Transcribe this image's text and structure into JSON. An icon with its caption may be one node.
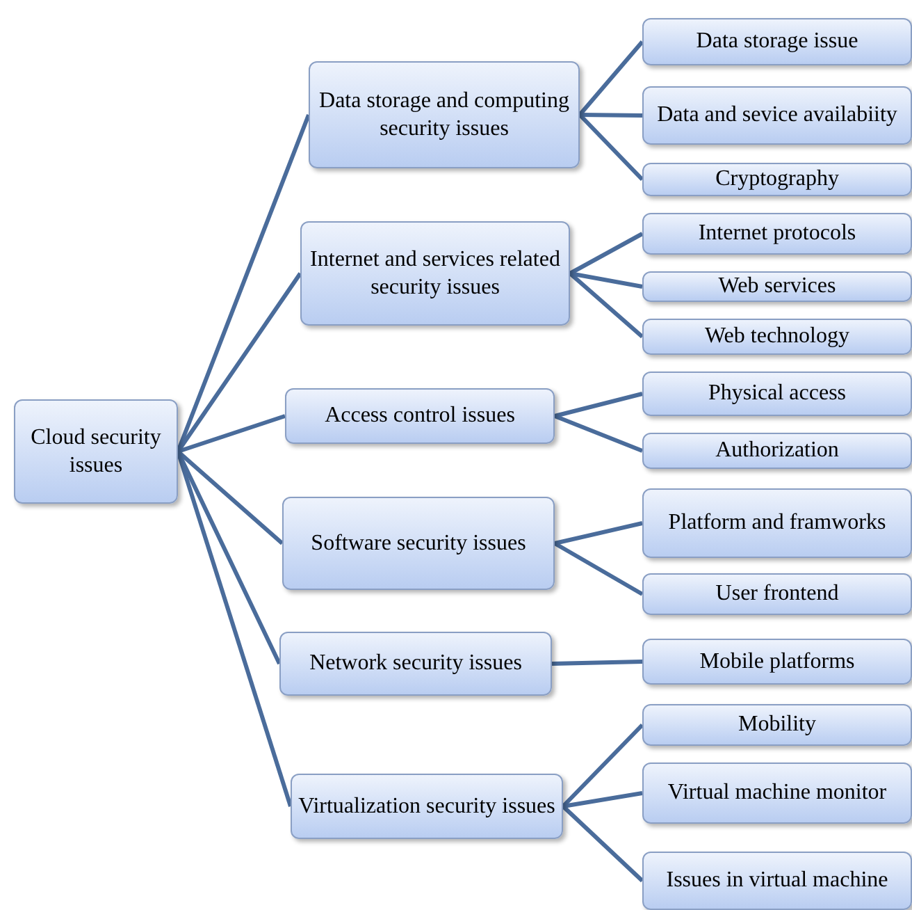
{
  "diagram": {
    "nodes": [
      {
        "text": [
          "Cloud security issues"
        ]
      },
      {
        "text": [
          "Data storage and computing security issues"
        ]
      },
      {
        "text": [
          "Data storage issue"
        ]
      },
      {
        "text": [
          "Data and sevice availabiity"
        ]
      },
      {
        "text": [
          "Cryptography"
        ]
      },
      {
        "text": [
          "Internet and services related security issues"
        ]
      },
      {
        "text": [
          "Internet protocols"
        ]
      },
      {
        "text": [
          "Web services"
        ]
      },
      {
        "text": [
          "Web technology"
        ]
      },
      {
        "text": [
          "Access control issues"
        ]
      },
      {
        "text": [
          "Physical access"
        ]
      },
      {
        "text": [
          "Authorization"
        ]
      },
      {
        "text": [
          "Software security issues"
        ]
      },
      {
        "text": [
          "Platform and framworks"
        ]
      },
      {
        "text": [
          "User frontend"
        ]
      },
      {
        "text": [
          "Network security issues"
        ]
      },
      {
        "text": [
          "Mobile platforms"
        ]
      },
      {
        "text": [
          "Virtualization security issues"
        ]
      },
      {
        "text": [
          "Mobility"
        ]
      },
      {
        "text": [
          "Virtual machine monitor"
        ]
      },
      {
        "text": [
          "Issues in virtual machine"
        ]
      }
    ],
    "edges": [
      {
        "from": 0,
        "to": 1,
        "arrow": "none"
      },
      {
        "from": 0,
        "to": 5,
        "arrow": "none"
      },
      {
        "from": 0,
        "to": 9,
        "arrow": "none"
      },
      {
        "from": 0,
        "to": 12,
        "arrow": "none"
      },
      {
        "from": 0,
        "to": 15,
        "arrow": "none"
      },
      {
        "from": 0,
        "to": 17,
        "arrow": "none"
      },
      {
        "from": 1,
        "to": 2,
        "arrow": "none"
      },
      {
        "from": 1,
        "to": 3,
        "arrow": "none"
      },
      {
        "from": 1,
        "to": 4,
        "arrow": "none"
      },
      {
        "from": 5,
        "to": 6,
        "arrow": "none"
      },
      {
        "from": 5,
        "to": 7,
        "arrow": "none"
      },
      {
        "from": 5,
        "to": 8,
        "arrow": "none"
      },
      {
        "from": 9,
        "to": 10,
        "arrow": "none"
      },
      {
        "from": 9,
        "to": 11,
        "arrow": "none"
      },
      {
        "from": 12,
        "to": 13,
        "arrow": "none"
      },
      {
        "from": 12,
        "to": 14,
        "arrow": "none"
      },
      {
        "from": 15,
        "to": 16,
        "arrow": "none"
      },
      {
        "from": 17,
        "to": 18,
        "arrow": "none"
      },
      {
        "from": 17,
        "to": 19,
        "arrow": "none"
      },
      {
        "from": 17,
        "to": 20,
        "arrow": "none"
      }
    ]
  }
}
